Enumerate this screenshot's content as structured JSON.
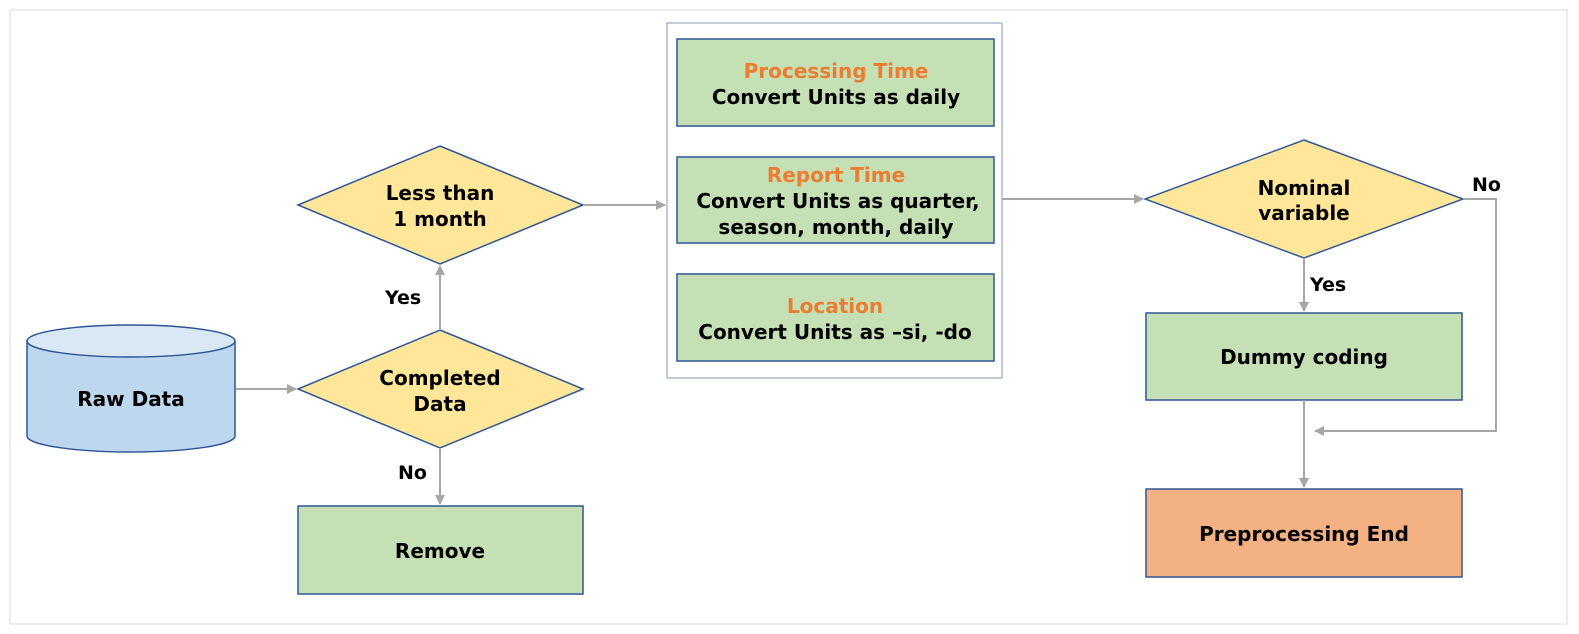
{
  "colors": {
    "green_fill": "#c5e0b4",
    "yellow_fill": "#ffe699",
    "blue_fill": "#bdd7ee",
    "cylinder_top": "#dae8f6",
    "orange_fill": "#f4b183",
    "node_border": "#2f5597",
    "connector": "#a6a6a6",
    "heading_text": "#ed7d31"
  },
  "nodes": {
    "raw_data": "Raw Data",
    "completed_data": [
      "Completed",
      "Data"
    ],
    "less_than_month": [
      "Less than",
      "1 month"
    ],
    "remove": "Remove",
    "processing_time": {
      "heading": "Processing Time",
      "text": [
        "Convert Units as daily"
      ]
    },
    "report_time": {
      "heading": "Report Time",
      "text": [
        "Convert Units as quarter,",
        "season, month, daily"
      ]
    },
    "location": {
      "heading": "Location",
      "text": [
        "Convert Units as –si,  -do"
      ]
    },
    "nominal_variable": [
      "Nominal",
      "variable"
    ],
    "dummy_coding": "Dummy coding",
    "preprocessing_end": "Preprocessing End"
  },
  "edge_labels": {
    "completed_yes": "Yes",
    "completed_no": "No",
    "nominal_yes": "Yes",
    "nominal_no": "No"
  }
}
